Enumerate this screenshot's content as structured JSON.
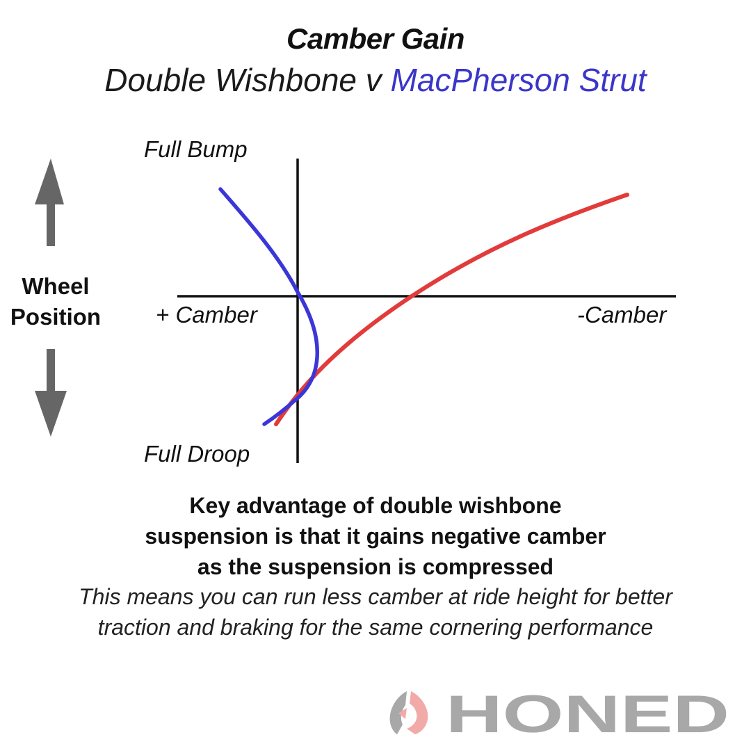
{
  "title": "Camber Gain",
  "subtitle": {
    "part1": "Double Wishbone v ",
    "part2": "MacPherson Strut"
  },
  "labels": {
    "top": "Full Bump",
    "bottom": "Full Droop",
    "left": "+ Camber",
    "right": "-Camber",
    "vertical_axis_line1": "Wheel",
    "vertical_axis_line2": "Position"
  },
  "caption": {
    "line1": "Key advantage of double wishbone",
    "line2": "suspension is that it gains negative camber",
    "line3": "as the suspension is compressed"
  },
  "note": {
    "line1": "This means you can run less camber at ride height for better",
    "line2": "traction and braking for the same cornering performance"
  },
  "logo_text": "HONED",
  "colors": {
    "double_wishbone": "#e23b3b",
    "macpherson_strut": "#3a36d8",
    "arrow": "#666666",
    "logo_gray": "#a8a8a8",
    "logo_accent": "#f2aaa8"
  }
}
